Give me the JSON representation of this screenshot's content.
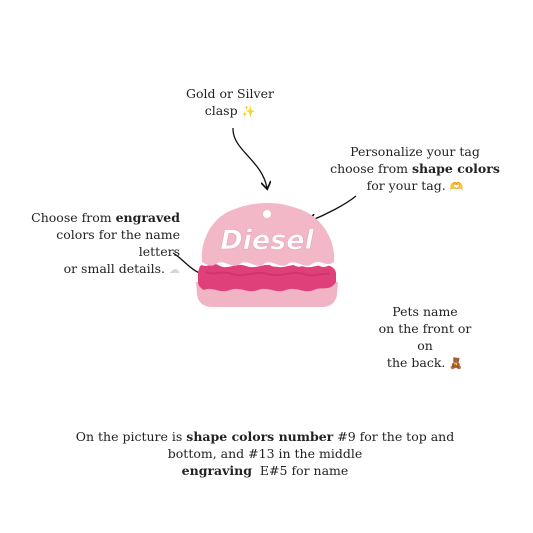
{
  "clasp": {
    "line1": "Gold or Silver",
    "line2": "clasp",
    "emoji": "✨"
  },
  "shape": {
    "line1": "Personalize your tag",
    "line2_pre": "choose from ",
    "line2_bold": "shape colors",
    "line3": "for your tag.",
    "emoji": "🫶"
  },
  "engraved": {
    "line1_pre": "Choose from ",
    "line1_bold": "engraved",
    "line2": "colors for the name letters",
    "line3": "or small details.",
    "emoji": "☁"
  },
  "pets": {
    "line1": "Pets name",
    "line2": "on the front or on",
    "line3": "the back.",
    "emoji": "🧸"
  },
  "bottom": {
    "l1_pre": "On the picture is ",
    "l1_bold": "shape colors number",
    "l1_post": " #9 for the top and",
    "l2": "bottom, and #13 in the middle",
    "l3_bold": "engraving",
    "l3_post": "  E#5 for name"
  },
  "tag": {
    "name": "Diesel"
  },
  "colors": {
    "top": "#f3b8c8",
    "bottom": "#f0b4c4",
    "middle": "#e0407a",
    "name": "#ffffff",
    "arrow": "#111111"
  }
}
